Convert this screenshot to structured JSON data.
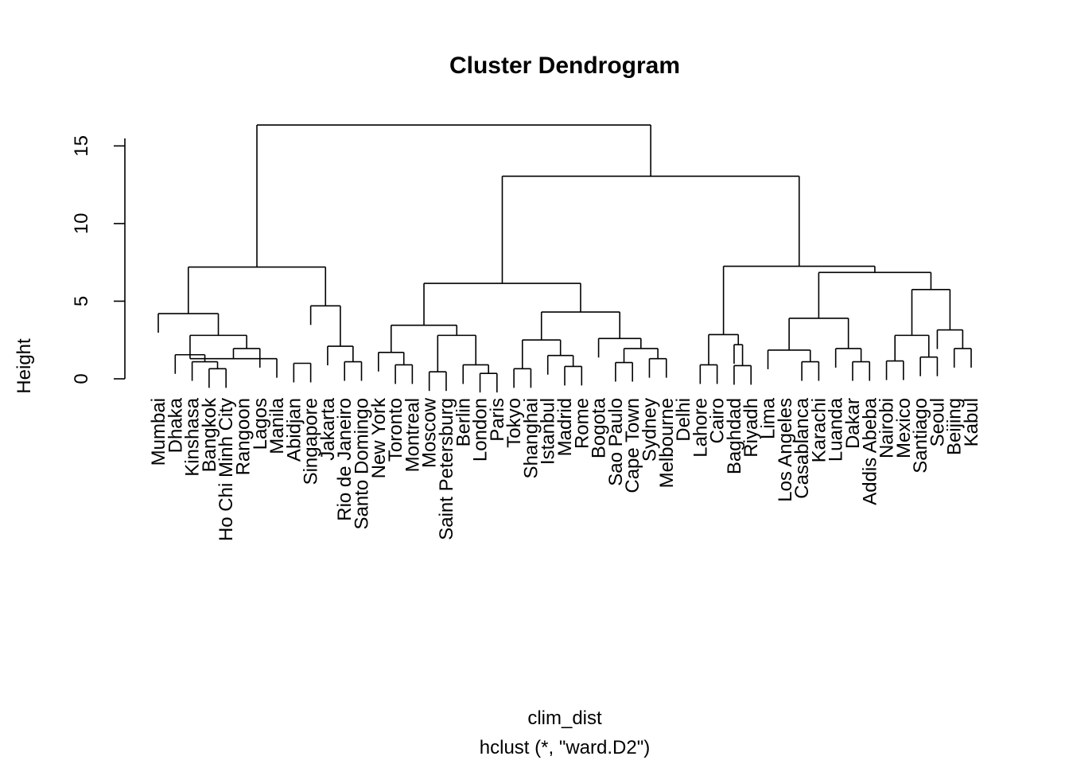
{
  "chart_data": {
    "type": "dendrogram",
    "title": "Cluster Dendrogram",
    "xlabel": "clim_dist",
    "sublabel": "hclust (*, \"ward.D2\")",
    "ylabel": "Height",
    "ylim": [
      0,
      16.3
    ],
    "yticks": [
      0,
      5,
      10,
      15
    ],
    "leaves": [
      "Mumbai",
      "Dhaka",
      "Kinshasa",
      "Bangkok",
      "Ho Chi Minh City",
      "Rangoon",
      "Lagos",
      "Manila",
      "Abidjan",
      "Singapore",
      "Jakarta",
      "Rio de Janeiro",
      "Santo Domingo",
      "New York",
      "Toronto",
      "Montreal",
      "Moscow",
      "Saint Petersburg",
      "Berlin",
      "London",
      "Paris",
      "Tokyo",
      "Shanghai",
      "Istanbul",
      "Madrid",
      "Rome",
      "Bogota",
      "Sao Paulo",
      "Cape Town",
      "Sydney",
      "Melbourne",
      "Delhi",
      "Lahore",
      "Cairo",
      "Baghdad",
      "Riyadh",
      "Lima",
      "Los Angeles",
      "Casablanca",
      "Karachi",
      "Luanda",
      "Dakar",
      "Addis Abeba",
      "Nairobi",
      "Mexico",
      "Santiago",
      "Seoul",
      "Beijing",
      "Kabul"
    ],
    "merges": [
      {
        "children": [
          "Bangkok",
          "Ho Chi Minh City"
        ],
        "height": 0.65
      },
      {
        "children": [
          "Kinshasa",
          0
        ],
        "height": 1.1
      },
      {
        "children": [
          "Dhaka",
          1
        ],
        "height": 1.55
      },
      {
        "children": [
          "Abidjan",
          "Singapore"
        ],
        "height": 1.0
      },
      {
        "children": [
          "Manila",
          2
        ],
        "height": 1.3
      },
      {
        "children": [
          "Lagos",
          4
        ],
        "height": 1.95
      },
      {
        "children": [
          2,
          5
        ],
        "height": 2.8
      },
      {
        "children": [
          "Mumbai",
          6
        ],
        "height": 4.2
      },
      {
        "children": [
          "Rio de Janeiro",
          "Santo Domingo"
        ],
        "height": 1.1
      },
      {
        "children": [
          "Jakarta",
          8
        ],
        "height": 2.1
      },
      {
        "children": [
          "Singapore",
          9
        ],
        "height": 4.7
      },
      {
        "children": [
          7,
          10
        ],
        "height": 7.2
      },
      {
        "children": [
          "Toronto",
          "Montreal"
        ],
        "height": 0.9
      },
      {
        "children": [
          "New York",
          12
        ],
        "height": 1.7
      },
      {
        "children": [
          "Moscow",
          "Saint Petersburg"
        ],
        "height": 0.45
      },
      {
        "children": [
          "London",
          "Paris"
        ],
        "height": 0.35
      },
      {
        "children": [
          "Berlin",
          15
        ],
        "height": 0.9
      },
      {
        "children": [
          14,
          16
        ],
        "height": 2.8
      },
      {
        "children": [
          13,
          17
        ],
        "height": 3.45
      },
      {
        "children": [
          "Tokyo",
          "Shanghai"
        ],
        "height": 0.65
      },
      {
        "children": [
          "Madrid",
          "Rome"
        ],
        "height": 0.8
      },
      {
        "children": [
          "Istanbul",
          20
        ],
        "height": 1.5
      },
      {
        "children": [
          19,
          21
        ],
        "height": 2.5
      },
      {
        "children": [
          "Sao Paulo",
          "Cape Town"
        ],
        "height": 1.05
      },
      {
        "children": [
          "Sydney",
          "Melbourne"
        ],
        "height": 1.3
      },
      {
        "children": [
          23,
          24
        ],
        "height": 1.95
      },
      {
        "children": [
          "Bogota",
          25
        ],
        "height": 2.6
      },
      {
        "children": [
          22,
          26
        ],
        "height": 4.3
      },
      {
        "children": [
          18,
          27
        ],
        "height": 6.15
      },
      {
        "children": [
          "Lahore",
          "Cairo"
        ],
        "height": 0.9
      },
      {
        "children": [
          "Riyadh",
          "Baghdad"
        ],
        "height": 0.85
      },
      {
        "children": [
          "Baghdad",
          30
        ],
        "height": 2.2
      },
      {
        "children": [
          29,
          31
        ],
        "height": 2.85
      },
      {
        "children": [
          "Casablanca",
          "Karachi"
        ],
        "height": 1.1
      },
      {
        "children": [
          "Lima",
          33
        ],
        "height": 1.85
      },
      {
        "children": [
          "Dakar",
          "Addis Abeba"
        ],
        "height": 1.1
      },
      {
        "children": [
          "Luanda",
          35
        ],
        "height": 1.95
      },
      {
        "children": [
          34,
          36
        ],
        "height": 3.9
      },
      {
        "children": [
          "Nairobi",
          "Mexico"
        ],
        "height": 1.15
      },
      {
        "children": [
          "Santiago",
          "Seoul"
        ],
        "height": 1.4
      },
      {
        "children": [
          38,
          39
        ],
        "height": 2.8
      },
      {
        "children": [
          "Beijing",
          "Kabul"
        ],
        "height": 1.95
      },
      {
        "children": [
          "Seoul",
          41
        ],
        "height": 3.15
      },
      {
        "children": [
          40,
          42
        ],
        "height": 5.75
      },
      {
        "children": [
          37,
          43
        ],
        "height": 6.85
      },
      {
        "children": [
          32,
          44
        ],
        "height": 7.25
      },
      {
        "children": [
          28,
          45
        ],
        "height": 13.05
      },
      {
        "children": [
          11,
          46
        ],
        "height": 16.35
      }
    ]
  }
}
